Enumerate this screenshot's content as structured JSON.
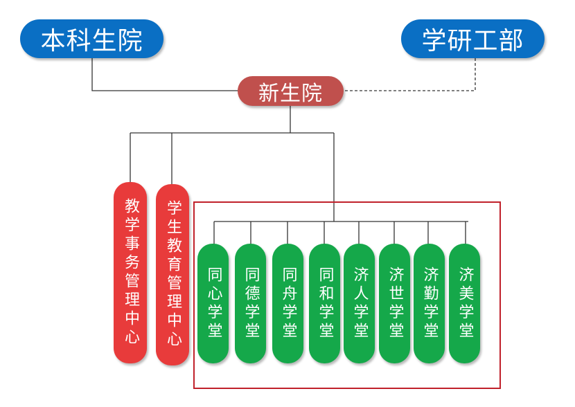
{
  "top_nodes": {
    "left": "本科生院",
    "right": "学研工部"
  },
  "center_node": "新生院",
  "centers": [
    {
      "label": "教学事务管理中心"
    },
    {
      "label": "学生教育管理中心"
    }
  ],
  "colleges": [
    {
      "label": "同心学堂"
    },
    {
      "label": "同德学堂"
    },
    {
      "label": "同舟学堂"
    },
    {
      "label": "同和学堂"
    },
    {
      "label": "济人学堂"
    },
    {
      "label": "济世学堂"
    },
    {
      "label": "济勤学堂"
    },
    {
      "label": "济美学堂"
    }
  ],
  "colors": {
    "top_nodes": "#0a6fc4",
    "center_node": "#c0504d",
    "centers": "#e83b3b",
    "colleges": "#15a84a",
    "frame": "#c0202a"
  }
}
